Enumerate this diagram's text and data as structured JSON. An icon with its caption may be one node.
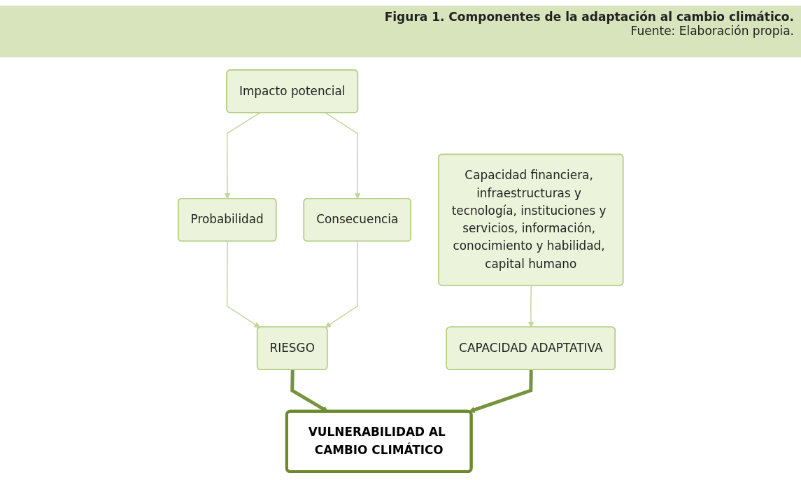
{
  "diagram": {
    "title": "Figura 1. Componentes de la adaptación al cambio climático.",
    "caption": "Fuente: Elaboración propia.",
    "nodes": [
      {
        "text": [
          "Impacto potencial"
        ]
      },
      {
        "text": [
          "Probabilidad"
        ]
      },
      {
        "text": [
          "Consecuencia"
        ]
      },
      {
        "text": [
          "Capacidad financiera, infraestructuras y tecnología, instituciones y servicios, información, conocimiento y habilidad, capital humano"
        ]
      },
      {
        "text": [
          "RIESGO"
        ]
      },
      {
        "text": [
          "CAPACIDAD ADAPTATIVA"
        ]
      },
      {
        "text": [
          "VULNERABILIDAD AL CAMBIO CLIMÁTICO"
        ]
      }
    ],
    "edges": [
      {
        "from": 0,
        "to": 1,
        "arrow": "to"
      },
      {
        "from": 0,
        "to": 2,
        "arrow": "to"
      },
      {
        "from": 1,
        "to": 4,
        "arrow": "to"
      },
      {
        "from": 2,
        "to": 4,
        "arrow": "to"
      },
      {
        "from": 3,
        "to": 5,
        "arrow": "to"
      },
      {
        "from": 4,
        "to": 6,
        "arrow": "to",
        "style": "thick",
        "color": "#77933c"
      },
      {
        "from": 5,
        "to": 6,
        "arrow": "to",
        "style": "thick",
        "color": "#77933c"
      }
    ]
  }
}
